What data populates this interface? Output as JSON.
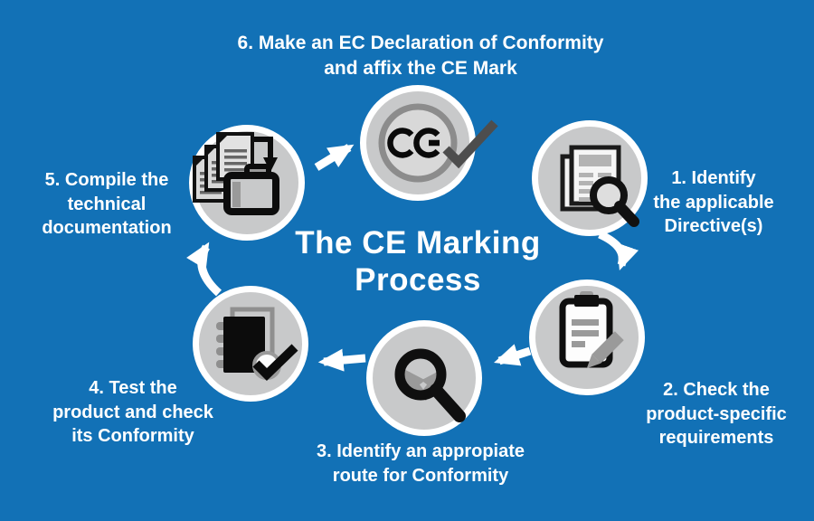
{
  "title": "The CE Marking\nProcess",
  "steps": [
    {
      "number": 1,
      "label": "1. Identify\nthe applicable\nDirective(s)",
      "icon": "document-magnifier-icon"
    },
    {
      "number": 2,
      "label": "2. Check the\nproduct-specific\nrequirements",
      "icon": "clipboard-pencil-icon"
    },
    {
      "number": 3,
      "label": "3. Identify an appropiate\nroute for Conformity",
      "icon": "route-choice-magnifier-icon"
    },
    {
      "number": 4,
      "label": "4. Test the\nproduct and check\nits Conformity",
      "icon": "book-checkmark-icon"
    },
    {
      "number": 5,
      "label": "5. Compile the\ntechnical\ndocumentation",
      "icon": "documents-folder-icon"
    },
    {
      "number": 6,
      "label": "6. Make an EC Declaration of Conformity\nand affix the CE Mark",
      "icon": "ce-mark-checkmark-icon"
    }
  ],
  "ce_mark_letters": "CE",
  "flow": [
    {
      "from": 1,
      "to": 2
    },
    {
      "from": 2,
      "to": 3
    },
    {
      "from": 3,
      "to": 4
    },
    {
      "from": 4,
      "to": 5
    },
    {
      "from": 5,
      "to": 6
    }
  ],
  "colors": {
    "background": "#1271b6",
    "circle_fill": "#c8c9ca",
    "ring_and_arrows": "#ffffff",
    "icon_black": "#0d0d0d",
    "icon_gray": "#9a9a9a",
    "ce_ring_gray": "#8c8c8c",
    "check_gray": "#4d4d4d",
    "text": "#ffffff"
  }
}
